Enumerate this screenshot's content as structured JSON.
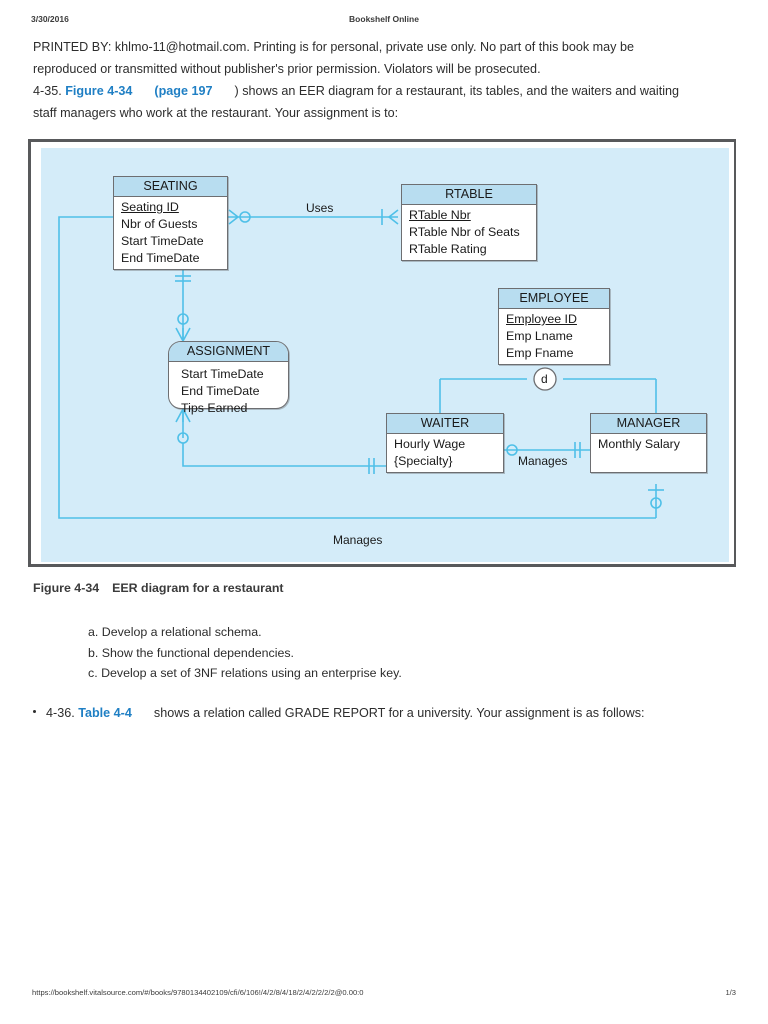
{
  "header": {
    "date": "3/30/2016",
    "title": "Bookshelf Online"
  },
  "notice": {
    "line1": "PRINTED BY: khlmo-11@hotmail.com. Printing is for personal, private use only. No part of this book may be",
    "line2": "reproduced or transmitted without publisher's prior permission. Violators will be prosecuted."
  },
  "problem": {
    "number": "4-35.",
    "figure_link": "Figure 4-34",
    "page_link": "(page 197",
    "after_page": ") shows an EER diagram for a restaurant, its tables, and the waiters and waiting",
    "line2": "staff managers who work at the restaurant. Your assignment is to:"
  },
  "figure": {
    "caption_label": "Figure 4-34",
    "caption_text": "EER diagram for a restaurant"
  },
  "subitems": [
    "a. Develop a relational schema.",
    "b. Show the functional dependencies.",
    "c. Develop a set of 3NF relations using an enterprise key."
  ],
  "next_problem": {
    "number": "4-36.",
    "table_link": "Table 4-4",
    "text": "shows a relation called GRADE REPORT for a university. Your assignment is as follows:"
  },
  "footer": {
    "url": "https://bookshelf.vitalsource.com/#/books/9780134402109/cfi/6/106!/4/2/8/4/18/2/4/2/2/2/2@0.00:0",
    "page": "1/3"
  },
  "diagram": {
    "background_color": "#d4ecf9",
    "line_color": "#4fc0e8",
    "entity_header_color": "#b8ddf0",
    "entity_border_color": "#6d6e71",
    "entities": [
      {
        "id": "seating",
        "name": "SEATING",
        "shape": "rectangle",
        "attributes": [
          {
            "label": "Seating ID",
            "key": true
          },
          {
            "label": "Nbr of Guests",
            "key": false
          },
          {
            "label": "Start TimeDate",
            "key": false
          },
          {
            "label": "End TimeDate",
            "key": false
          }
        ]
      },
      {
        "id": "rtable",
        "name": "RTABLE",
        "shape": "rectangle",
        "attributes": [
          {
            "label": "RTable Nbr",
            "key": true
          },
          {
            "label": "RTable Nbr of Seats",
            "key": false
          },
          {
            "label": "RTable Rating",
            "key": false
          }
        ]
      },
      {
        "id": "employee",
        "name": "EMPLOYEE",
        "shape": "rectangle",
        "attributes": [
          {
            "label": "Employee ID",
            "key": true
          },
          {
            "label": "Emp Lname",
            "key": false
          },
          {
            "label": "Emp Fname",
            "key": false
          }
        ]
      },
      {
        "id": "assignment",
        "name": "ASSIGNMENT",
        "shape": "rounded",
        "attributes": [
          {
            "label": "Start TimeDate",
            "key": false
          },
          {
            "label": "End TimeDate",
            "key": false
          },
          {
            "label": "Tips Earned",
            "key": false
          }
        ]
      },
      {
        "id": "waiter",
        "name": "WAITER",
        "shape": "rectangle",
        "attributes": [
          {
            "label": "Hourly Wage",
            "key": false
          },
          {
            "label": "{Specialty}",
            "key": false
          }
        ]
      },
      {
        "id": "manager",
        "name": "MANAGER",
        "shape": "rectangle",
        "attributes": [
          {
            "label": "Monthly Salary",
            "key": false
          }
        ]
      }
    ],
    "relationships": [
      {
        "id": "uses",
        "label": "Uses",
        "from": "seating",
        "to": "rtable"
      },
      {
        "id": "manages-waiter",
        "label": "Manages",
        "from": "waiter",
        "to": "manager"
      },
      {
        "id": "manages-seating",
        "label": "Manages",
        "from": "manager",
        "to": "seating"
      }
    ],
    "subtype_discriminator": {
      "symbol": "d",
      "meaning": "disjoint",
      "supertype": "employee",
      "subtypes": [
        "waiter",
        "manager"
      ]
    }
  }
}
